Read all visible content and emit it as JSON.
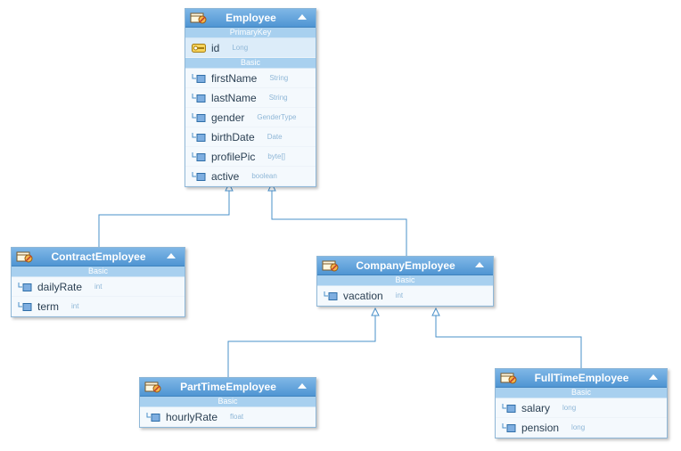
{
  "entities": {
    "employee": {
      "name": "Employee",
      "sections": [
        {
          "label": "PrimaryKey",
          "attributes": [
            {
              "name": "id",
              "type": "Long"
            }
          ]
        },
        {
          "label": "Basic",
          "attributes": [
            {
              "name": "firstName",
              "type": "String"
            },
            {
              "name": "lastName",
              "type": "String"
            },
            {
              "name": "gender",
              "type": "GenderType"
            },
            {
              "name": "birthDate",
              "type": "Date"
            },
            {
              "name": "profilePic",
              "type": "byte[]"
            },
            {
              "name": "active",
              "type": "boolean"
            }
          ]
        }
      ]
    },
    "contract": {
      "name": "ContractEmployee",
      "sections": [
        {
          "label": "Basic",
          "attributes": [
            {
              "name": "dailyRate",
              "type": "int"
            },
            {
              "name": "term",
              "type": "int"
            }
          ]
        }
      ]
    },
    "company": {
      "name": "CompanyEmployee",
      "sections": [
        {
          "label": "Basic",
          "attributes": [
            {
              "name": "vacation",
              "type": "int"
            }
          ]
        }
      ]
    },
    "parttime": {
      "name": "PartTimeEmployee",
      "sections": [
        {
          "label": "Basic",
          "attributes": [
            {
              "name": "hourlyRate",
              "type": "float"
            }
          ]
        }
      ]
    },
    "fulltime": {
      "name": "FullTimeEmployee",
      "sections": [
        {
          "label": "Basic",
          "attributes": [
            {
              "name": "salary",
              "type": "long"
            },
            {
              "name": "pension",
              "type": "long"
            }
          ]
        }
      ]
    }
  },
  "icons": {
    "entity": "entity-icon",
    "primary_key": "key-icon",
    "attribute": "attribute-icon",
    "collapse": "collapse-arrow-icon"
  },
  "colors": {
    "header": "#5a9fd8",
    "section_bar": "#a8d0ef",
    "connector": "#4a90c9"
  }
}
